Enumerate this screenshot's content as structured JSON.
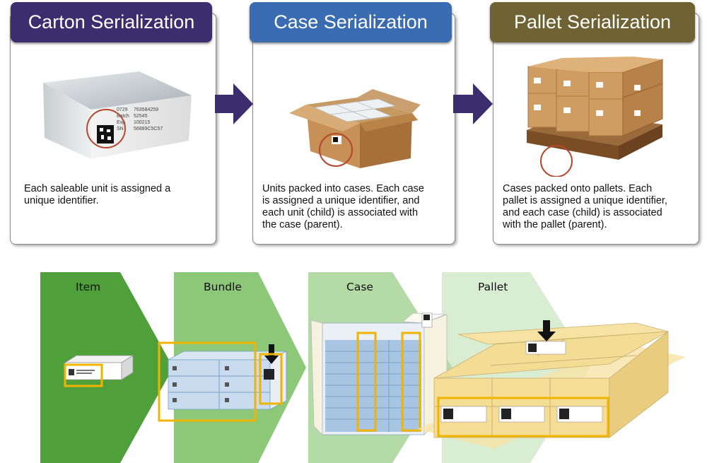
{
  "top_row": {
    "panels": [
      {
        "title": "Carton Serialization",
        "color": "#3b2d6e",
        "description": "Each saleable unit is assigned a\nunique identifier.",
        "label_lines": [
          "0729",
          "Batch",
          "Exp",
          "SN"
        ],
        "label_values": [
          "763584259",
          "52545",
          "100215",
          "56889C5C57"
        ]
      },
      {
        "title": "Case Serialization",
        "color": "#3a6cb2",
        "description": "Units packed into cases. Each case\nis assigned a unique identifier, and\neach unit (child) is associated with\nthe case (parent)."
      },
      {
        "title": "Pallet Serialization",
        "color": "#6f6233",
        "description": "Cases packed onto pallets. Each\npallet is assigned a unique identifier,\nand each case (child) is associated\nwith the pallet (parent)."
      }
    ],
    "arrow_color": "#3b2d6e"
  },
  "bottom_row": {
    "stages": [
      {
        "label": "Item",
        "color": "#4f9f3a"
      },
      {
        "label": "Bundle",
        "color": "#8dc878"
      },
      {
        "label": "Case",
        "color": "#b4dba6"
      },
      {
        "label": "Pallet",
        "color": "#d9edd2"
      }
    ],
    "highlight_color": "#f0b400"
  }
}
